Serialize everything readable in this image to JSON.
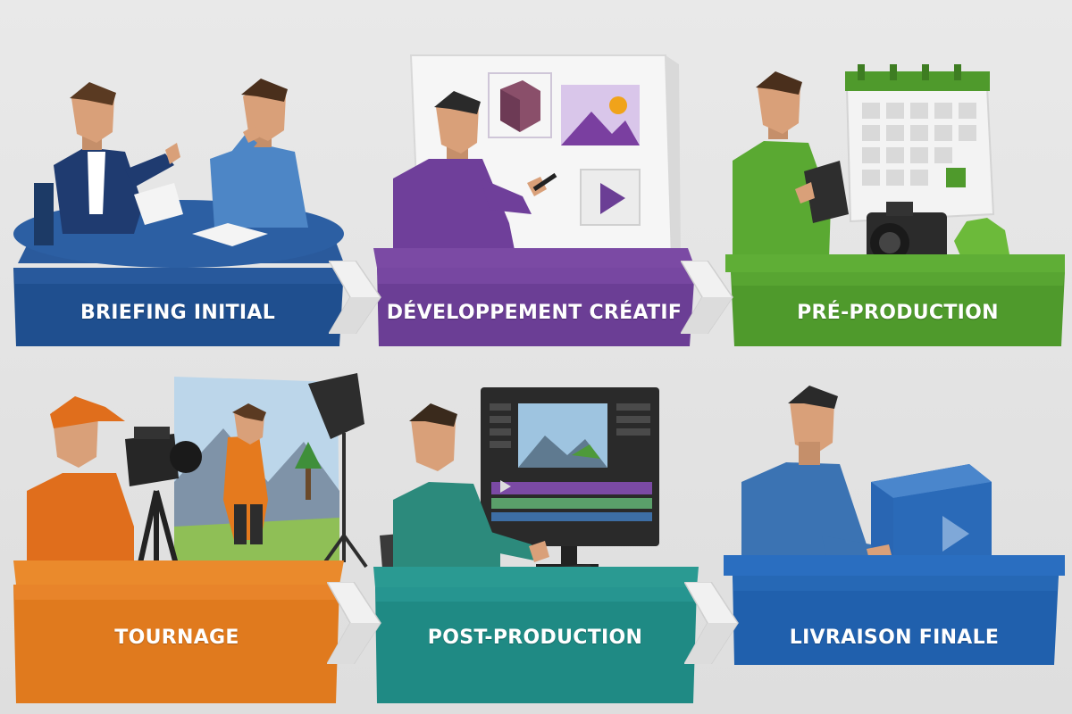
{
  "steps": [
    {
      "label": "BRIEFING INITIAL",
      "color": "#1f4f8f"
    },
    {
      "label": "DÉVELOPPEMENT CRÉATIF",
      "color": "#6b3e95"
    },
    {
      "label": "PRÉ-PRODUCTION",
      "color": "#4f9a2c"
    },
    {
      "label": "TOURNAGE",
      "color": "#e07a1e"
    },
    {
      "label": "POST-PRODUCTION",
      "color": "#1f8a84"
    },
    {
      "label": "LIVRAISON FINALE",
      "color": "#2060ad"
    }
  ],
  "colors": {
    "background": "#e4e4e4",
    "arrow": "#f2f2f2"
  }
}
